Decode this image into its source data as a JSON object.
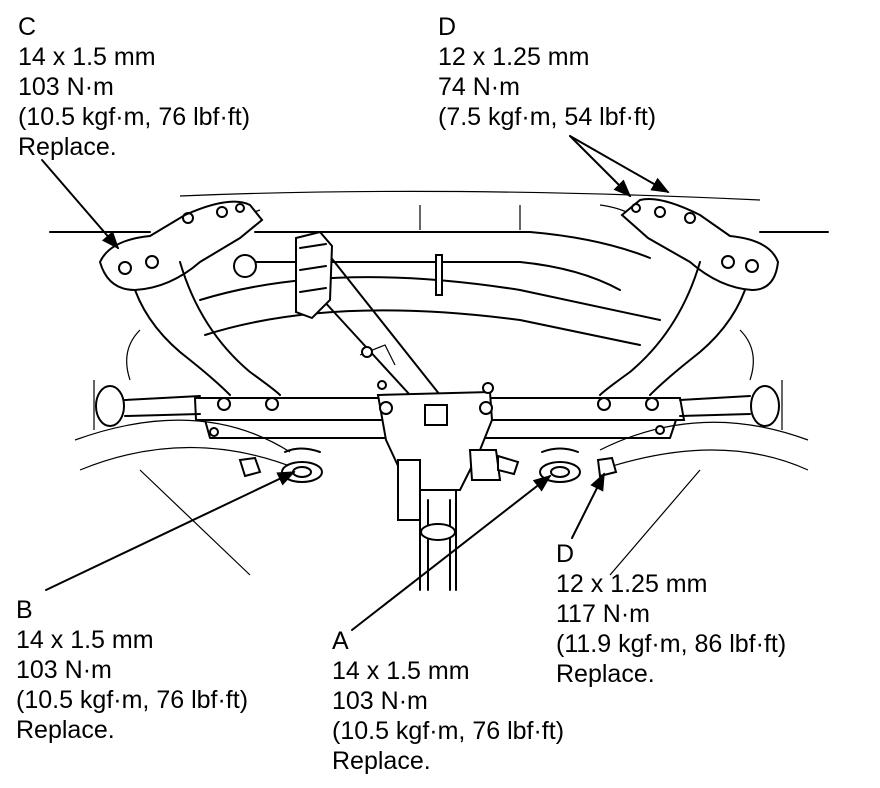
{
  "callouts": {
    "c": {
      "letter": "C",
      "size": "14 x 1.5 mm",
      "torque": "103 N·m",
      "alt": "(10.5 kgf·m, 76 lbf·ft)",
      "note": "Replace."
    },
    "d_top": {
      "letter": "D",
      "size": "12 x 1.25 mm",
      "torque": "74 N·m",
      "alt": "(7.5 kgf·m, 54 lbf·ft)"
    },
    "b": {
      "letter": "B",
      "size": "14 x 1.5 mm",
      "torque": "103 N·m",
      "alt": "(10.5 kgf·m, 76 lbf·ft)",
      "note": "Replace."
    },
    "a": {
      "letter": "A",
      "size": "14 x 1.5 mm",
      "torque": "103 N·m",
      "alt": "(10.5 kgf·m, 76 lbf·ft)",
      "note": "Replace."
    },
    "d_bottom": {
      "letter": "D",
      "size": "12 x 1.25 mm",
      "torque": "117 N·m",
      "alt": "(11.9 kgf·m, 86 lbf·ft)",
      "note": "Replace."
    }
  }
}
